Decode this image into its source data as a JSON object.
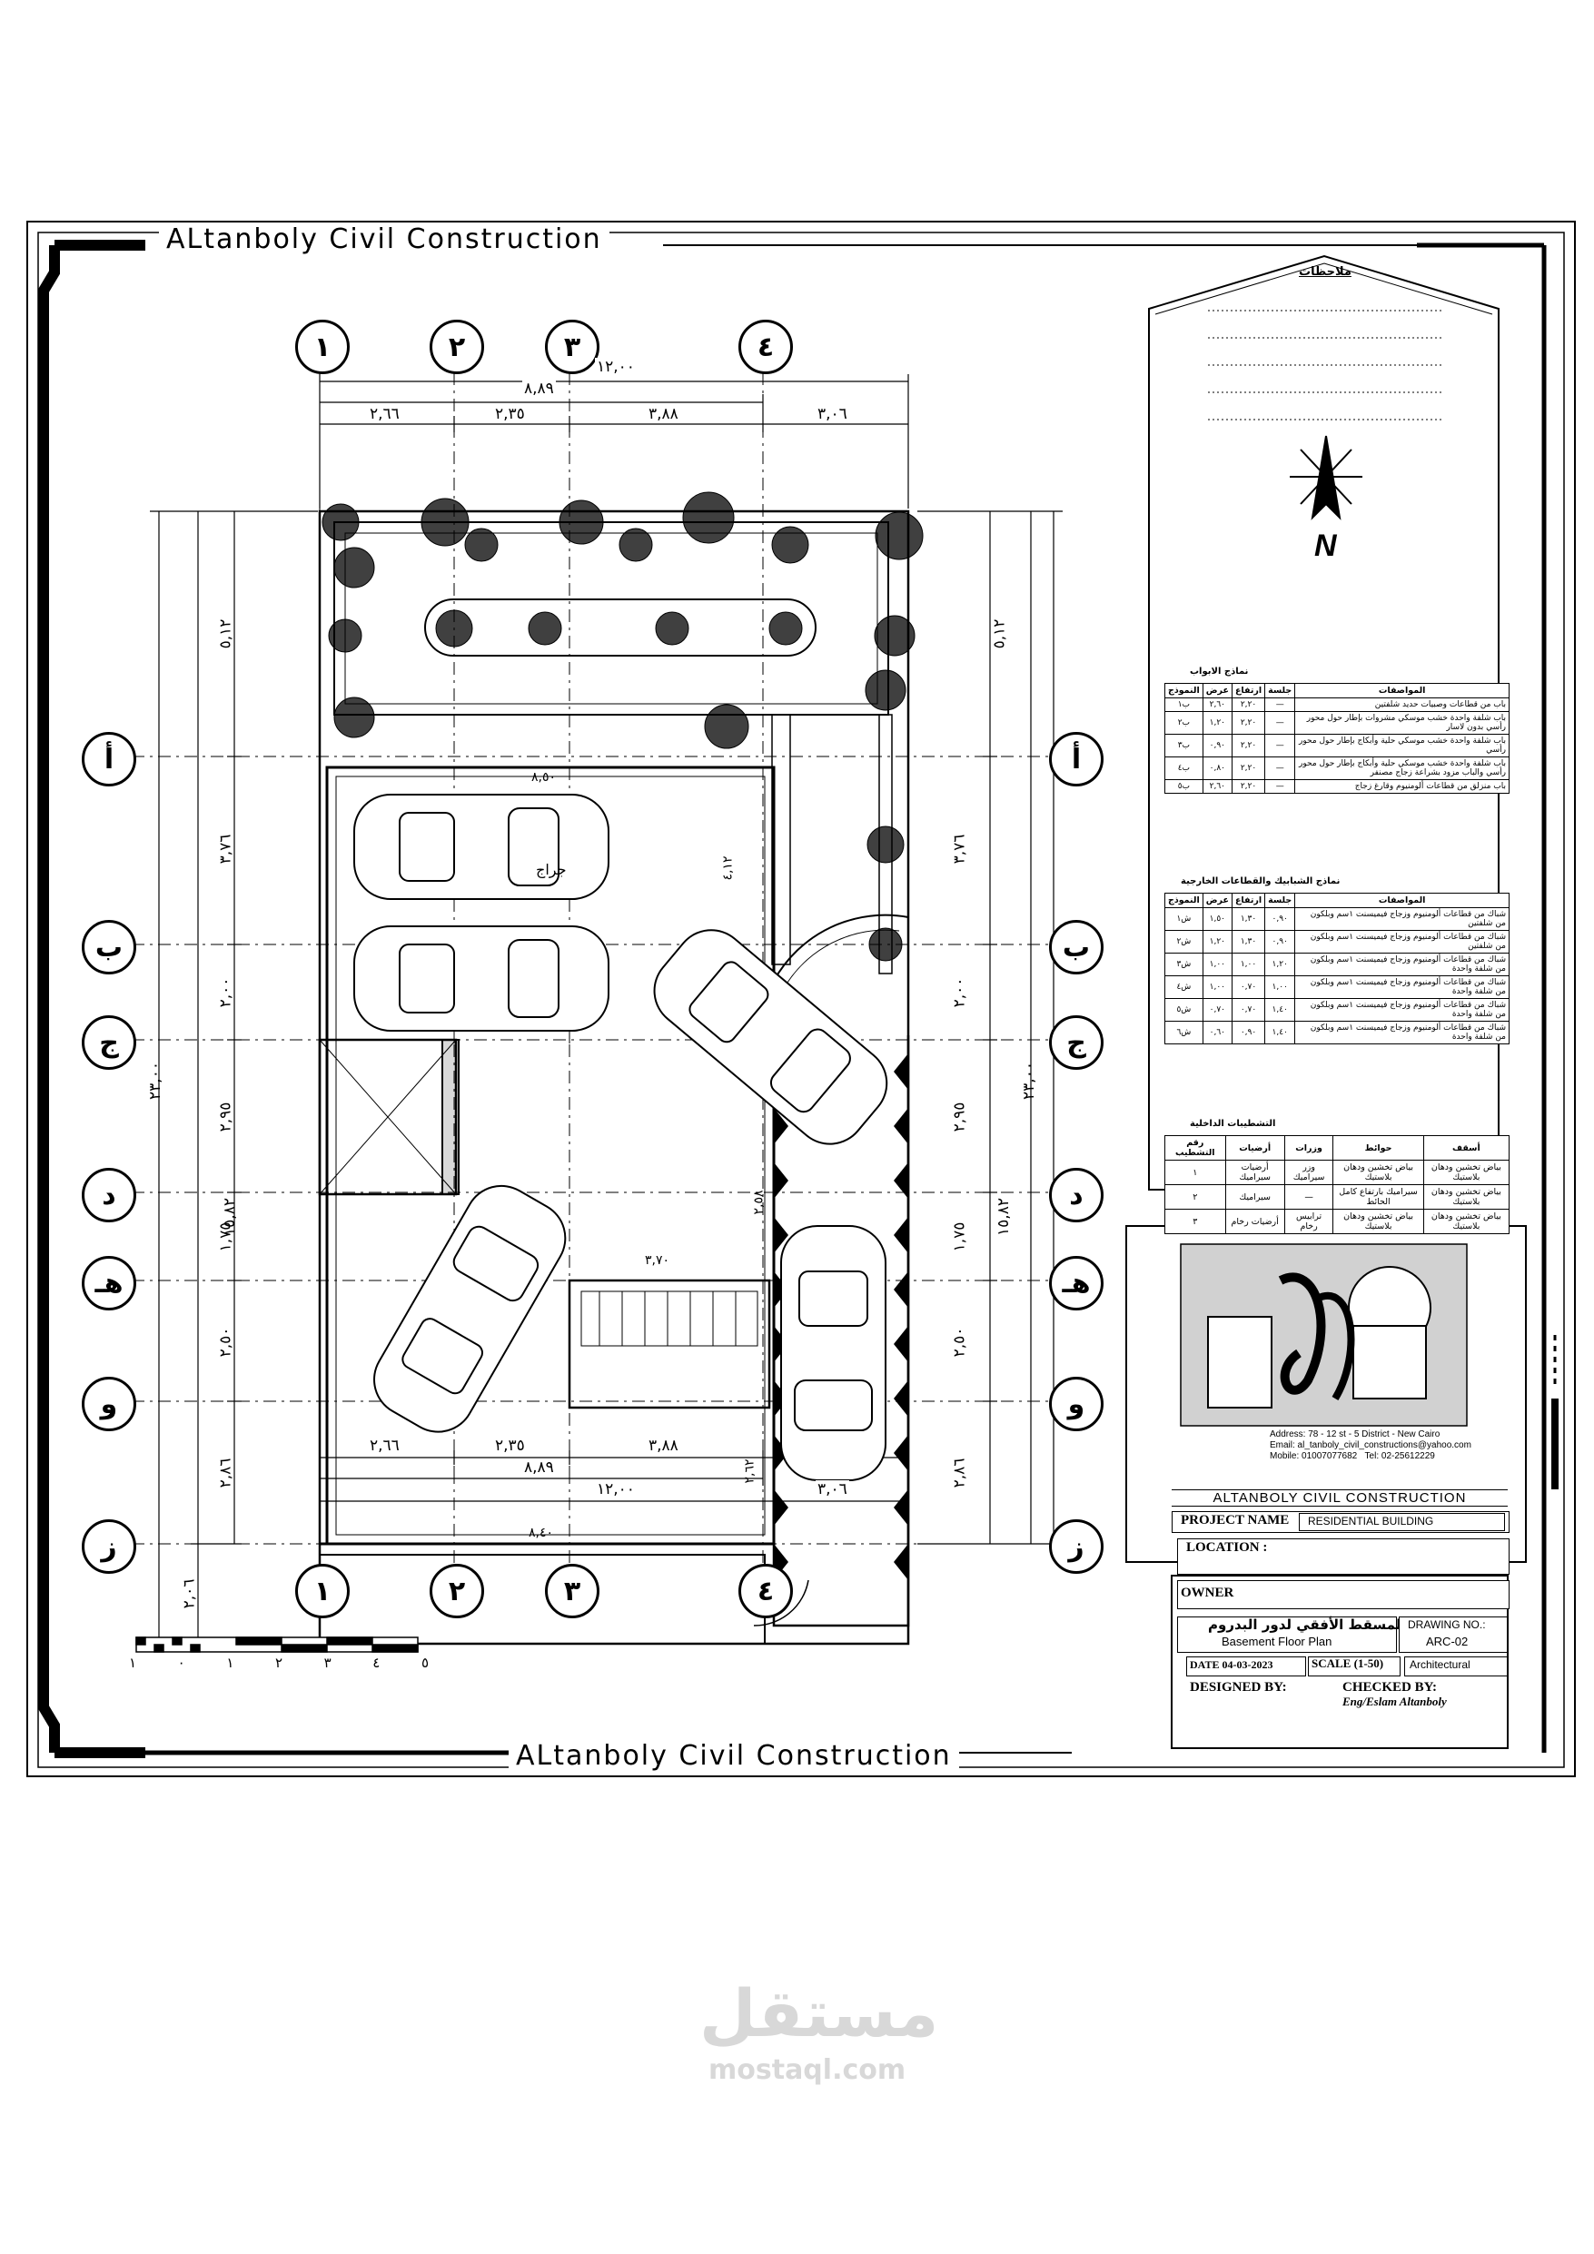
{
  "banner_top": "ALtanboly Civil Construction",
  "banner_bottom": "ALtanboly Civil Construction",
  "grid": {
    "columns": [
      "١",
      "٢",
      "٣",
      "٤"
    ],
    "rows": [
      "أ",
      "ب",
      "ج",
      "د",
      "هـ",
      "و",
      "ز"
    ]
  },
  "dimensions": {
    "top_total": "١٢,٠٠",
    "top_sub": "٨,٨٩",
    "top_spans": [
      "٢,٦٦",
      "٢,٣٥",
      "٣,٨٨",
      "٣,٠٦"
    ],
    "bottom_spans": [
      "٢,٦٦",
      "٢,٣٥",
      "٣,٨٨",
      "٣,٠٦"
    ],
    "bottom_sub": "٨,٨٩",
    "bottom_total": "١٢,٠٠",
    "left_rows": [
      "٥,١٢",
      "٣,٧٦",
      "٢,٠٠",
      "٢,٩٥",
      "١,٧٥",
      "٢,٥٠",
      "٢,٨٦",
      "٢,٠٦"
    ],
    "left_total": "١٥,٨٢",
    "left_overall": "٢٣,٠٠",
    "right_rows": [
      "٥,١٢",
      "٣,٧٦",
      "٢,٠٠",
      "٢,٩٥",
      "١,٧٥",
      "٢,٥٠",
      "٢,٨٦"
    ],
    "right_total": "١٥,٨٢",
    "right_overall": "٢٣,٠٠"
  },
  "plan_labels": {
    "garage": "جراج",
    "garage_dim": "٨,٥٠",
    "dim_a": "٢,٥٨",
    "dim_b": "٣,٧٠",
    "dim_c": "٢,٦٢",
    "dim_d": "٨,٤٠",
    "dim_e": "٤,١٢"
  },
  "notes": {
    "title": "ملاحظات",
    "north": "N"
  },
  "doors": {
    "title": "نماذج الابواب",
    "headers": [
      "المواصفات",
      "جلسة",
      "ارتفاع",
      "عرض",
      "النموذج"
    ],
    "rows": [
      [
        "باب من قطاعات وصبيات حديد شلفتين",
        "—",
        "٢,٢٠",
        "٢,٦٠",
        "ب١"
      ],
      [
        "باب شلفة واحدة خشب موسكي مشروات بإطار حول محور رأسي بدون لاسار",
        "—",
        "٢,٢٠",
        "١,٢٠",
        "ب٢"
      ],
      [
        "باب شلفة واحدة خشب موسكي حلية وأبكاج بإطار حول محور رأسي",
        "—",
        "٢,٢٠",
        "٠,٩٠",
        "ب٣"
      ],
      [
        "باب شلفة واحدة خشب موسكي حلية وأبكاج بإطار حول محور رأسي والباب مزود بشراعة زجاج مصنفر",
        "—",
        "٢,٢٠",
        "٠,٨٠",
        "ب٤"
      ],
      [
        "باب منزلق من قطاعات ألومنيوم وقارغ زجاج",
        "—",
        "٢,٢٠",
        "٢,٦٠",
        "ب٥"
      ]
    ]
  },
  "windows": {
    "title": "نماذج الشبابيك والقطاعات الخارجية",
    "headers": [
      "المواصفات",
      "جلسة",
      "ارتفاع",
      "عرض",
      "النموذج"
    ],
    "rows": [
      [
        "شباك من قطاعات ألومنيوم وزجاج فيميسنت ١سم وبلكون من شلفتين",
        "٠,٩٠",
        "١,٣٠",
        "١,٥٠",
        "ش١"
      ],
      [
        "شباك من قطاعات ألومنيوم وزجاج فيميسنت ١سم وبلكون من شلفتين",
        "٠,٩٠",
        "١,٣٠",
        "١,٢٠",
        "ش٢"
      ],
      [
        "شباك من قطاعات ألومنيوم وزجاج فيميسنت ١سم وبلكون من شلفة واحدة",
        "١,٢٠",
        "١,٠٠",
        "١,٠٠",
        "ش٣"
      ],
      [
        "شباك من قطاعات ألومنيوم وزجاج فيميسنت ١سم وبلكون من شلفة واحدة",
        "١,٠٠",
        "٠,٧٠",
        "١,٠٠",
        "ش٤"
      ],
      [
        "شباك من قطاعات ألومنيوم وزجاج فيميسنت ١سم وبلكون من شلفة واحدة",
        "١,٤٠",
        "٠,٧٠",
        "٠,٧٠",
        "ش٥"
      ],
      [
        "شباك من قطاعات ألومنيوم وزجاج فيميسنت ١سم وبلكون من شلفة واحدة",
        "١,٤٠",
        "٠,٩٠",
        "٠,٦٠",
        "ش٦"
      ]
    ]
  },
  "finishes": {
    "title": "التشطيبات الداخلية",
    "headers": [
      "أسقف",
      "حوائط",
      "وزرات",
      "أرضيات",
      "رقم التشطيب"
    ],
    "rows": [
      [
        "بياض تخشين ودهان بلاستيك",
        "بياض تخشين ودهان بلاستيك",
        "وزر سيراميك",
        "أرضيات سيراميك",
        "١"
      ],
      [
        "بياض تخشين ودهان بلاستيك",
        "سيراميك بارتفاع كامل الحائط",
        "—",
        "سيراميك",
        "٢"
      ],
      [
        "بياض تخشين ودهان بلاستيك",
        "بياض تخشين ودهان بلاستيك",
        "ترابيس رخام",
        "أرضيات رخام",
        "٣"
      ]
    ]
  },
  "company": {
    "address": "Address: 78 - 12 st - 5 District - New Cairo",
    "email": "Email: al_tanboly_civil_constructions@yahoo.com",
    "mobile": "Mobile: 01007077682",
    "tel": "Tel: 02-25612229",
    "name_band": "ALTANBOLY CIVIL CONSTRUCTION"
  },
  "title_block": {
    "project_label": "PROJECT NAME",
    "project_value": "RESIDENTIAL BUILDING",
    "location_label": "LOCATION :",
    "owner_label": "OWNER",
    "drawing_title_ar": "المسقط الأفقي لدور البدروم",
    "drawing_title_en": "Basement Floor Plan",
    "drawing_no_label": "DRAWING NO.:",
    "drawing_no_value": "ARC-02",
    "date_label": "DATE",
    "date_value": "04-03-2023",
    "scale_label": "SCALE",
    "scale_value": "(1-50)",
    "discipline": "Architectural",
    "designed_label": "DESIGNED BY:",
    "checked_label": "CHECKED BY:",
    "checked_value": "Eng/Eslam Altanboly"
  },
  "scale_bar": [
    "١",
    "٠",
    "١",
    "٢",
    "٣",
    "٤",
    "٥"
  ],
  "watermark": {
    "ar": "مستقل",
    "en": "mostaql.com"
  }
}
